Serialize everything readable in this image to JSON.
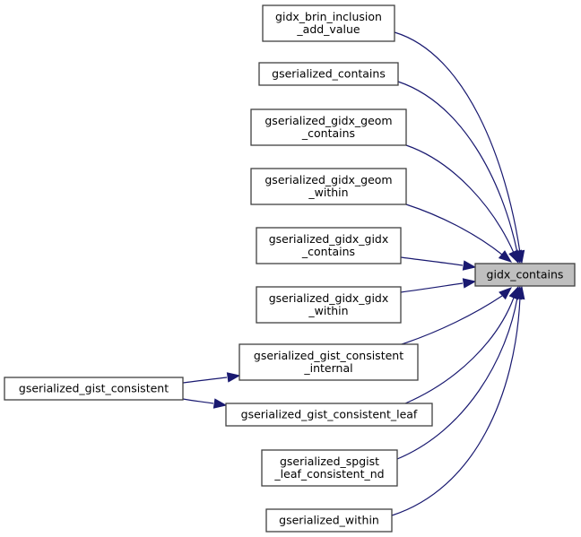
{
  "diagram": {
    "title": "gidx_contains caller graph",
    "focus_node": "gidx_contains",
    "colors": {
      "edge": "#191970",
      "node_border": "#404040",
      "focus_fill": "#bfbfbf",
      "node_fill": "#ffffff"
    },
    "nodes": [
      {
        "id": "gidx_contains",
        "lines": [
          "gidx_contains"
        ],
        "focus": true
      },
      {
        "id": "gidx_brin_inclusion_add_value",
        "lines": [
          "gidx_brin_inclusion",
          "_add_value"
        ]
      },
      {
        "id": "gserialized_contains",
        "lines": [
          "gserialized_contains"
        ]
      },
      {
        "id": "gserialized_gidx_geom_contains",
        "lines": [
          "gserialized_gidx_geom",
          "_contains"
        ]
      },
      {
        "id": "gserialized_gidx_geom_within",
        "lines": [
          "gserialized_gidx_geom",
          "_within"
        ]
      },
      {
        "id": "gserialized_gidx_gidx_contains",
        "lines": [
          "gserialized_gidx_gidx",
          "_contains"
        ]
      },
      {
        "id": "gserialized_gidx_gidx_within",
        "lines": [
          "gserialized_gidx_gidx",
          "_within"
        ]
      },
      {
        "id": "gserialized_gist_consistent_internal",
        "lines": [
          "gserialized_gist_consistent",
          "_internal"
        ]
      },
      {
        "id": "gserialized_gist_consistent",
        "lines": [
          "gserialized_gist_consistent"
        ]
      },
      {
        "id": "gserialized_gist_consistent_leaf",
        "lines": [
          "gserialized_gist_consistent_leaf"
        ]
      },
      {
        "id": "gserialized_spgist_leaf_consistent_nd",
        "lines": [
          "gserialized_spgist",
          "_leaf_consistent_nd"
        ]
      },
      {
        "id": "gserialized_within",
        "lines": [
          "gserialized_within"
        ]
      }
    ],
    "edges": [
      {
        "from": "gidx_brin_inclusion_add_value",
        "to": "gidx_contains"
      },
      {
        "from": "gserialized_contains",
        "to": "gidx_contains"
      },
      {
        "from": "gserialized_gidx_geom_contains",
        "to": "gidx_contains"
      },
      {
        "from": "gserialized_gidx_geom_within",
        "to": "gidx_contains"
      },
      {
        "from": "gserialized_gidx_gidx_contains",
        "to": "gidx_contains"
      },
      {
        "from": "gserialized_gidx_gidx_within",
        "to": "gidx_contains"
      },
      {
        "from": "gserialized_gist_consistent_internal",
        "to": "gidx_contains"
      },
      {
        "from": "gserialized_gist_consistent_leaf",
        "to": "gidx_contains"
      },
      {
        "from": "gserialized_spgist_leaf_consistent_nd",
        "to": "gidx_contains"
      },
      {
        "from": "gserialized_within",
        "to": "gidx_contains"
      },
      {
        "from": "gserialized_gist_consistent",
        "to": "gserialized_gist_consistent_internal"
      },
      {
        "from": "gserialized_gist_consistent",
        "to": "gserialized_gist_consistent_leaf"
      }
    ]
  }
}
